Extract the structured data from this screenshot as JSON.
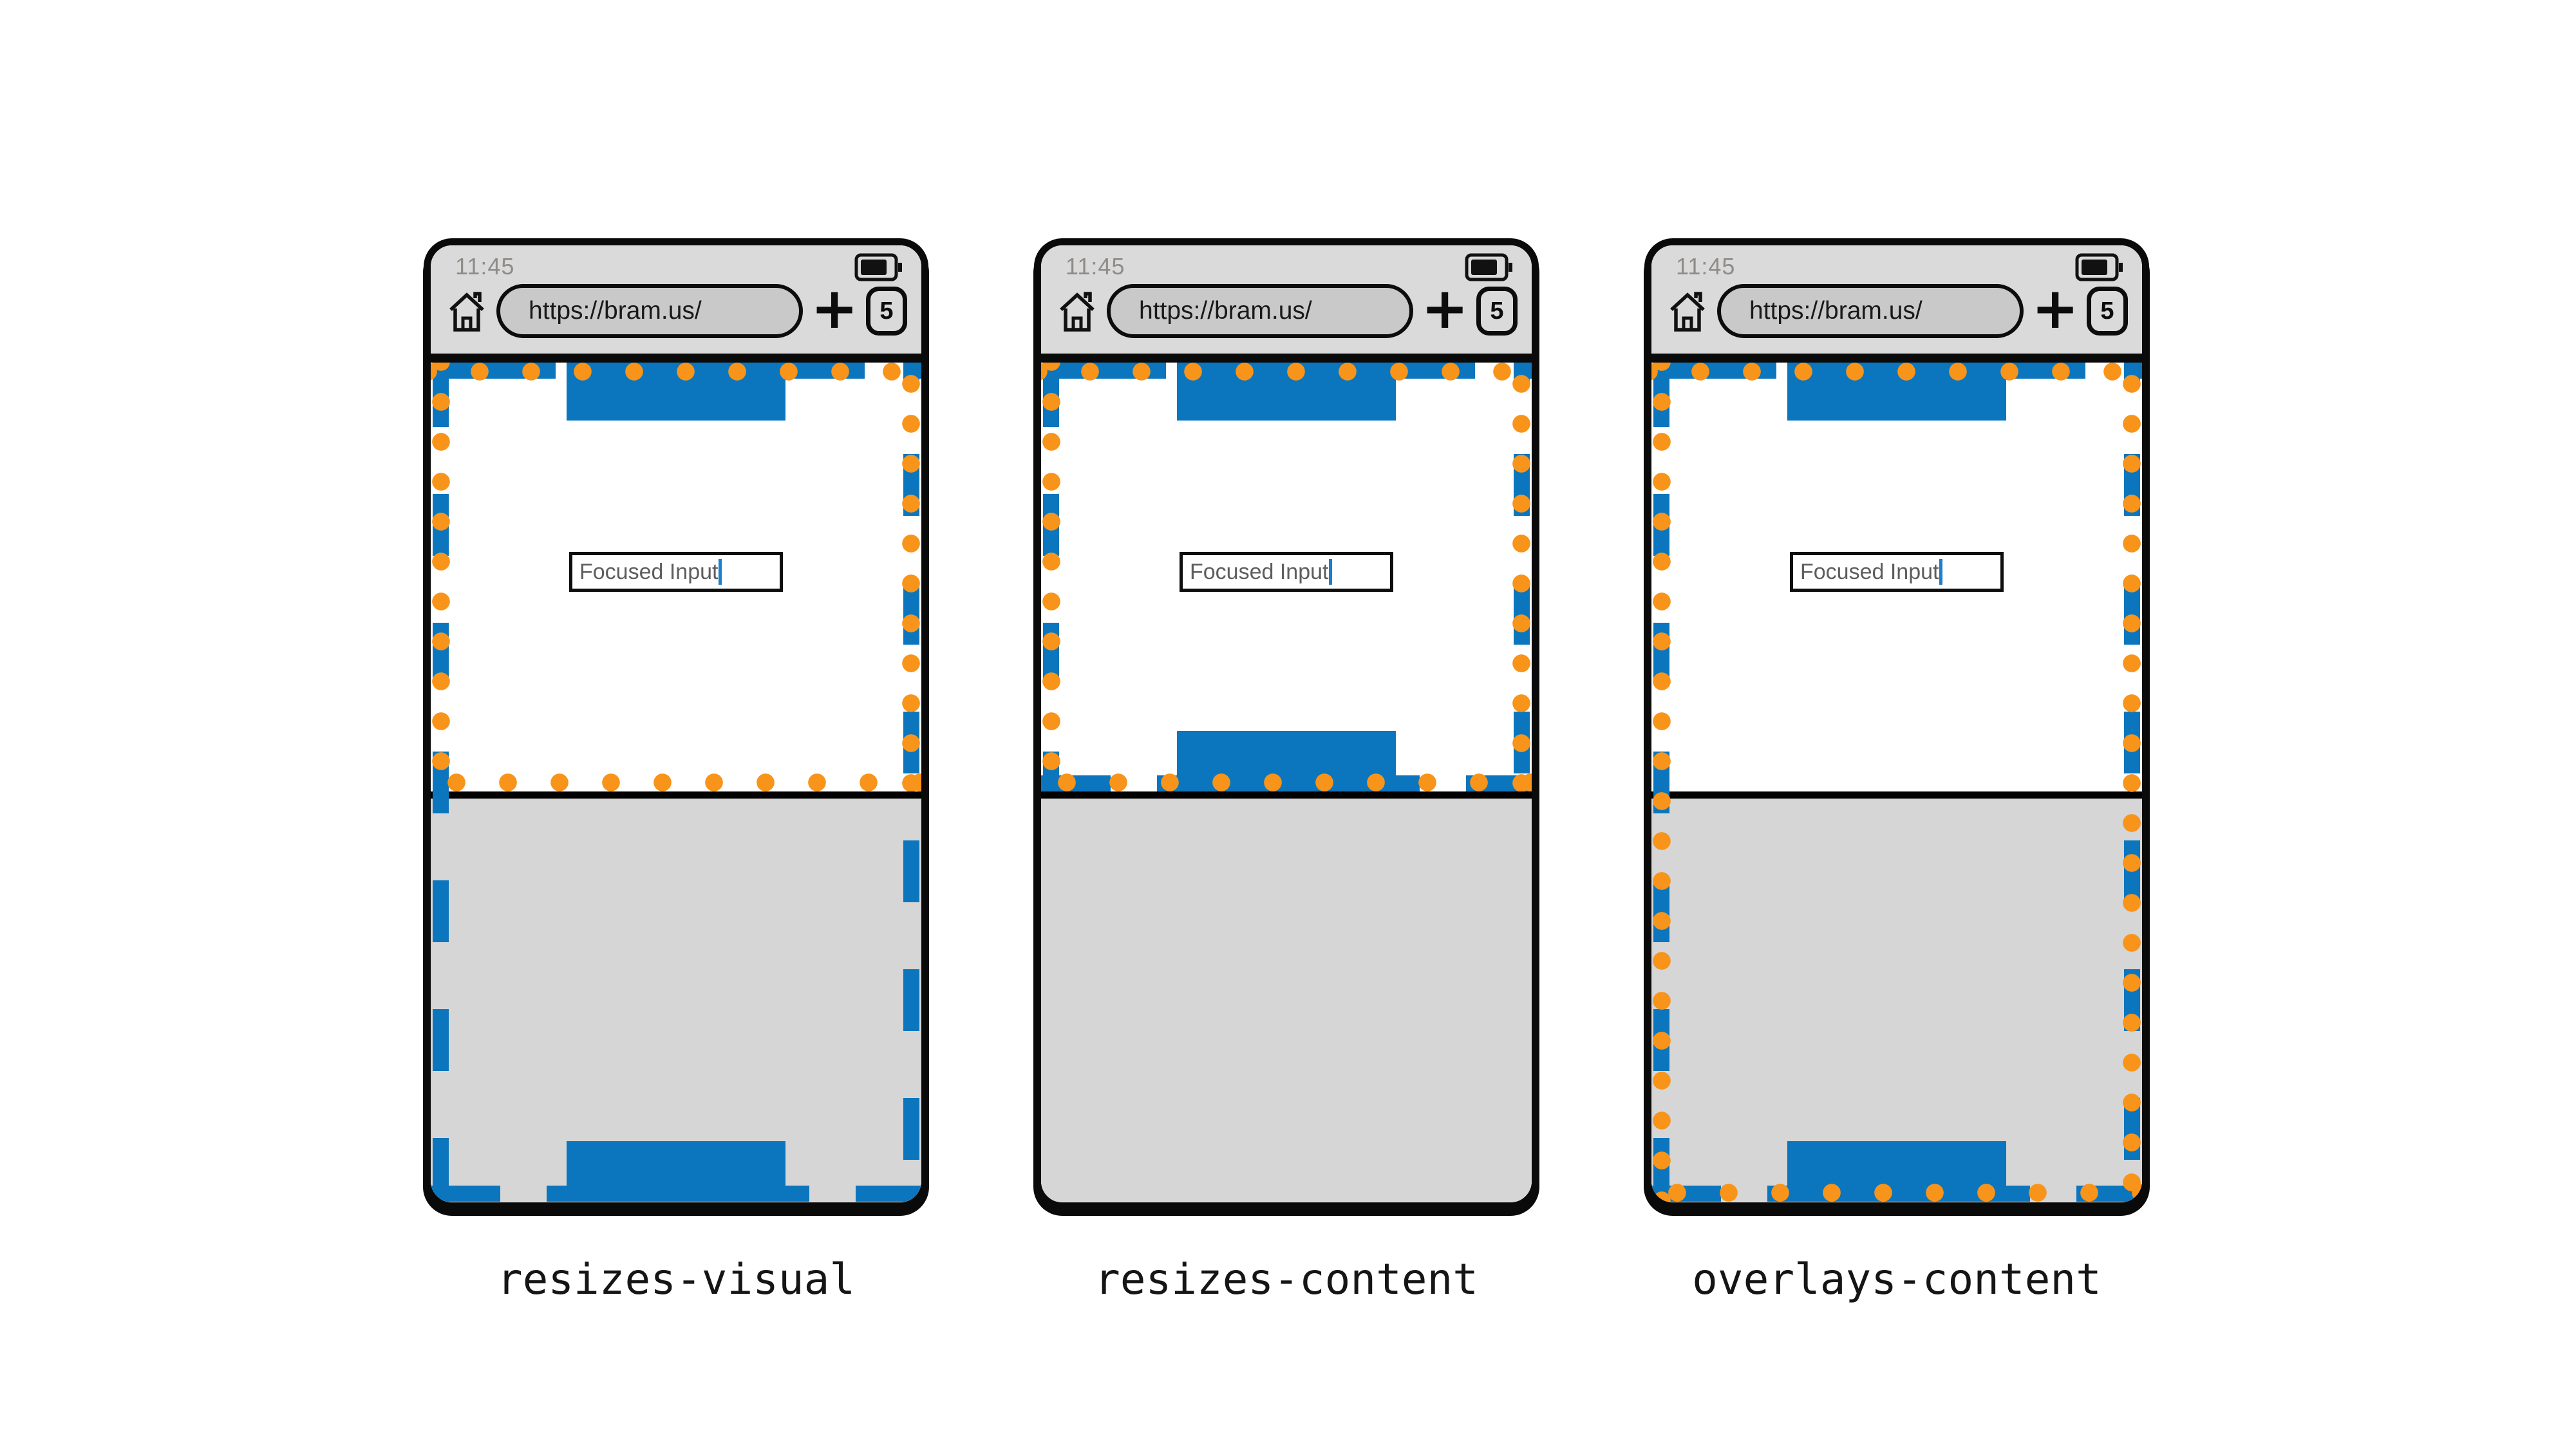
{
  "colors": {
    "page_blue": "#0b76bd",
    "viewport_orange": "#f8941a",
    "chrome_gray": "#dadada",
    "keyboard_gray": "#d6d6d6",
    "url_pill_gray": "#c9c9c9",
    "frame_black": "#0a0a0a",
    "caret_blue": "#1e7ec9"
  },
  "browser": {
    "status_time": "11:45",
    "url": "https://bram.us/",
    "new_tab_label": "+",
    "tab_count": "5"
  },
  "page": {
    "focused_input_value": "Focused Input"
  },
  "phones": [
    {
      "id": "resizes-visual",
      "caption": "resizes-visual",
      "page_layer": "full",
      "viewport_layer": "top"
    },
    {
      "id": "resizes-content",
      "caption": "resizes-content",
      "page_layer": "top",
      "viewport_layer": "top"
    },
    {
      "id": "overlays-content",
      "caption": "overlays-content",
      "page_layer": "full",
      "viewport_layer": "full"
    }
  ]
}
